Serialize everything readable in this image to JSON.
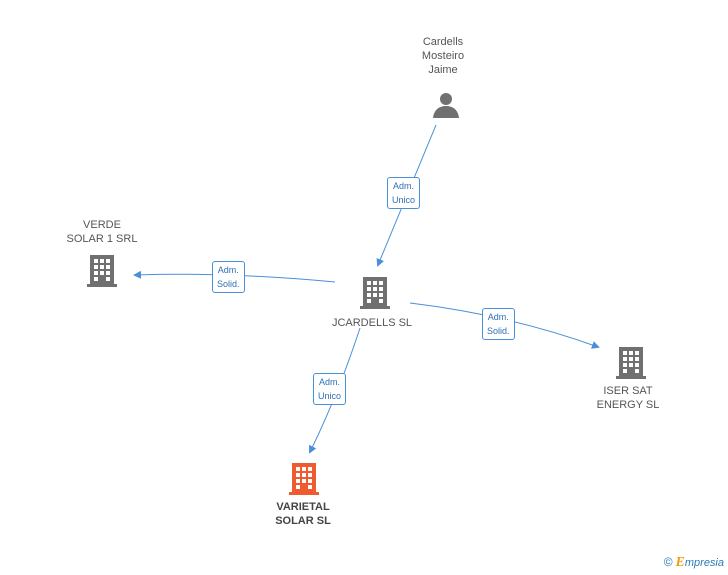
{
  "nodes": {
    "person": {
      "label": "Cardells\nMosteiro\nJaime"
    },
    "center": {
      "label": "JCARDELLS SL"
    },
    "verde": {
      "label": "VERDE\nSOLAR 1 SRL"
    },
    "iser": {
      "label": "ISER SAT\nENERGY  SL"
    },
    "varietal": {
      "label": "VARIETAL\nSOLAR SL"
    }
  },
  "edges": {
    "person_center": {
      "line1": "Adm.",
      "line2": "Unico"
    },
    "center_verde": {
      "line1": "Adm.",
      "line2": "Solid."
    },
    "center_iser": {
      "line1": "Adm.",
      "line2": "Solid."
    },
    "center_varietal": {
      "line1": "Adm.",
      "line2": "Unico"
    }
  },
  "colors": {
    "edge": "#4a90d9",
    "building_default": "#707070",
    "building_highlight": "#f05a2f",
    "person": "#707070"
  },
  "brand": {
    "copyright": "©",
    "e": "E",
    "rest": "mpresia"
  }
}
